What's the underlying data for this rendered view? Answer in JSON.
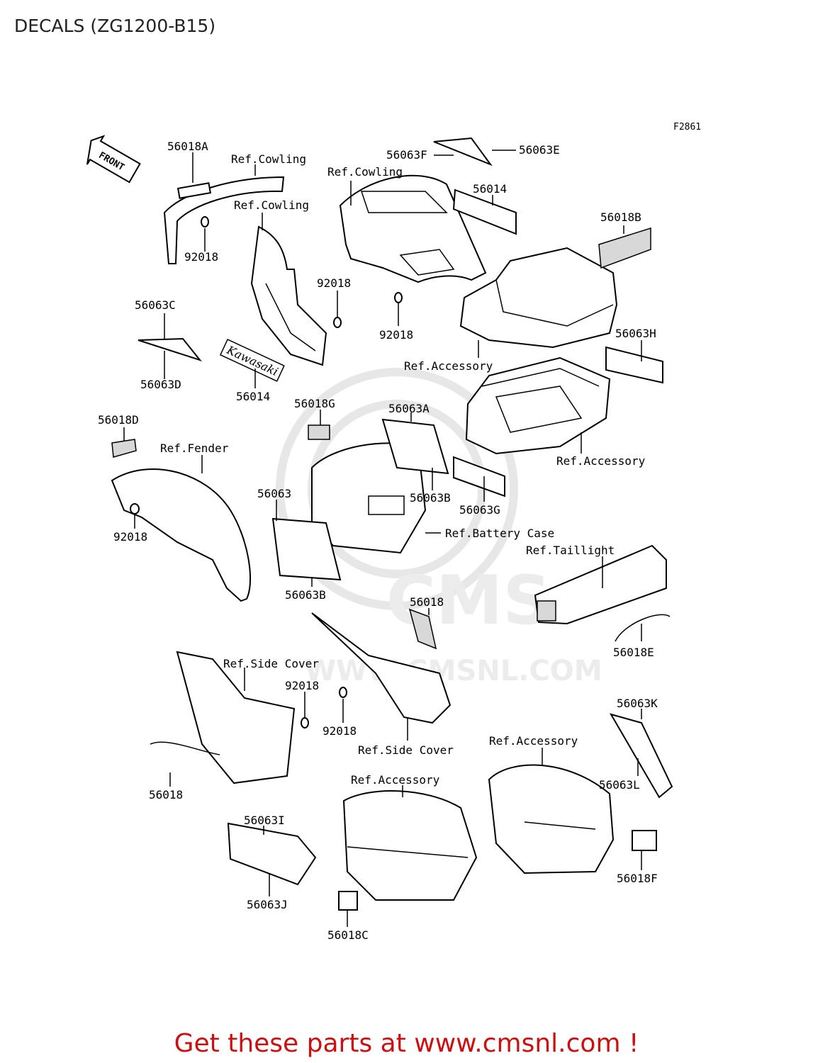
{
  "title": "DECALS (ZG1200-B15)",
  "figure_code": "F2861",
  "front_arrow_label": "FRONT",
  "watermark": "WWW.CMSNL.COM",
  "watermark_logo": "CMS",
  "banner": "Get these parts at www.cmsnl.com !",
  "labels": {
    "l56018A": "56018A",
    "refCowling1": "Ref.Cowling",
    "refCowling2": "Ref.Cowling",
    "refCowling3": "Ref.Cowling",
    "l56063F": "56063F",
    "l56063E": "56063E",
    "l56014a": "56014",
    "l56018B": "56018B",
    "l92018a": "92018",
    "l92018b": "92018",
    "l92018c": "92018",
    "l56063C": "56063C",
    "l56063D": "56063D",
    "l56014b": "56014",
    "refAccessory1": "Ref.Accessory",
    "l56063H": "56063H",
    "l56018G": "56018G",
    "l56063A": "56063A",
    "l56018D": "56018D",
    "refFender": "Ref.Fender",
    "refAccessory2": "Ref.Accessory",
    "l56063": "56063",
    "l56063B1": "56063B",
    "l56063G": "56063G",
    "l92018d": "92018",
    "refBattery": "Ref.Battery Case",
    "refTaillight": "Ref.Taillight",
    "l56063B2": "56063B",
    "l56018a": "56018",
    "l56018E": "56018E",
    "refSideCover1": "Ref.Side Cover",
    "l92018e": "92018",
    "l92018f": "92018",
    "refSideCover2": "Ref.Side Cover",
    "l56063K": "56063K",
    "refAccessory3": "Ref.Accessory",
    "refAccessory4": "Ref.Accessory",
    "l56063L": "56063L",
    "l56018b": "56018",
    "l56063I": "56063I",
    "l56018F": "56018F",
    "l56063J": "56063J",
    "l56018C": "56018C"
  }
}
